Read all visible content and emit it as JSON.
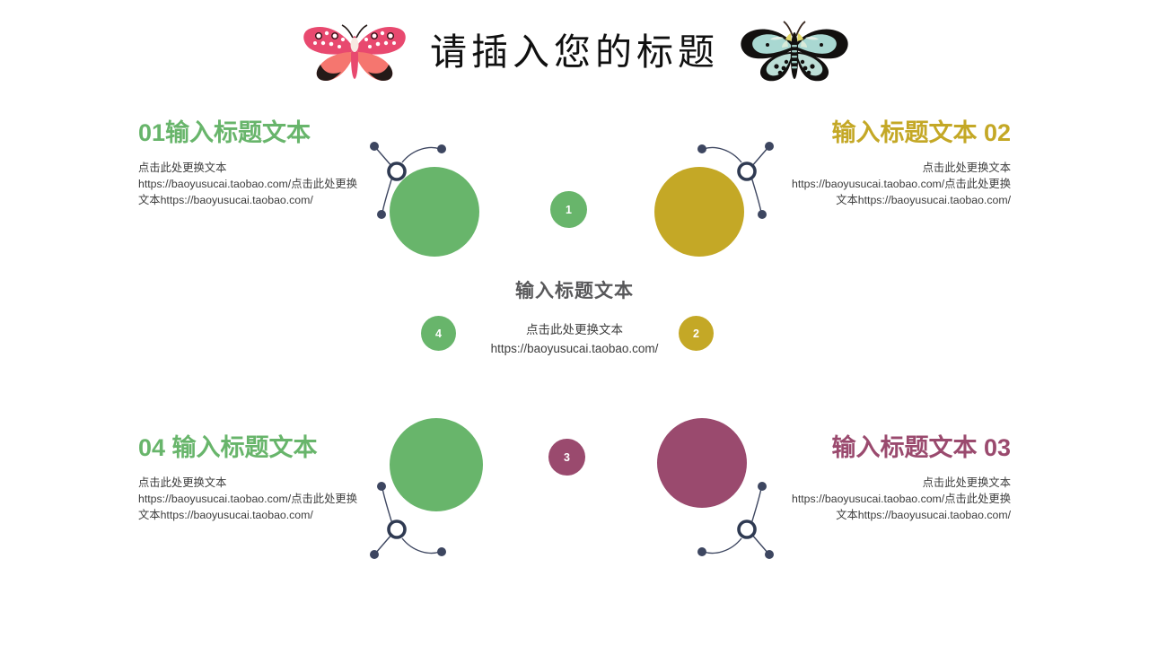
{
  "header": {
    "title": "请插入您的标题",
    "left_butterfly": "pink-butterfly-icon",
    "right_butterfly": "teal-swallowtail-butterfly-icon"
  },
  "colors": {
    "green": "#68b56b",
    "gold": "#c4a826",
    "maroon": "#9a4a6e",
    "gray": "#58585a",
    "node": "#3d4660",
    "body_text": "#3c3c3c"
  },
  "quadrants": [
    {
      "id": "01",
      "position": "top-left",
      "title": "01输入标题文本",
      "body": "点击此处更换文本https://baoyusucai.taobao.com/点击此处更换文本https://baoyusucai.taobao.com/",
      "color": "#68b56b"
    },
    {
      "id": "02",
      "position": "top-right",
      "title": "输入标题文本 02",
      "body": "点击此处更换文本https://baoyusucai.taobao.com/点击此处更换文本https://baoyusucai.taobao.com/",
      "color": "#c4a826"
    },
    {
      "id": "03",
      "position": "bottom-right",
      "title": "输入标题文本 03",
      "body": "点击此处更换文本https://baoyusucai.taobao.com/点击此处更换文本https://baoyusucai.taobao.com/",
      "color": "#9a4a6e"
    },
    {
      "id": "04",
      "position": "bottom-left",
      "title": "04 输入标题文本",
      "body": "点击此处更换文本https://baoyusucai.taobao.com/点击此处更换文本https://baoyusucai.taobao.com/",
      "color": "#68b56b"
    }
  ],
  "center": {
    "title": "输入标题文本",
    "body_line1": "点击此处更换文本",
    "body_line2": "https://baoyusucai.taobao.com/"
  },
  "badges": [
    {
      "label": "1",
      "color": "#68b56b"
    },
    {
      "label": "2",
      "color": "#c4a826"
    },
    {
      "label": "3",
      "color": "#9a4a6e"
    },
    {
      "label": "4",
      "color": "#68b56b"
    }
  ]
}
